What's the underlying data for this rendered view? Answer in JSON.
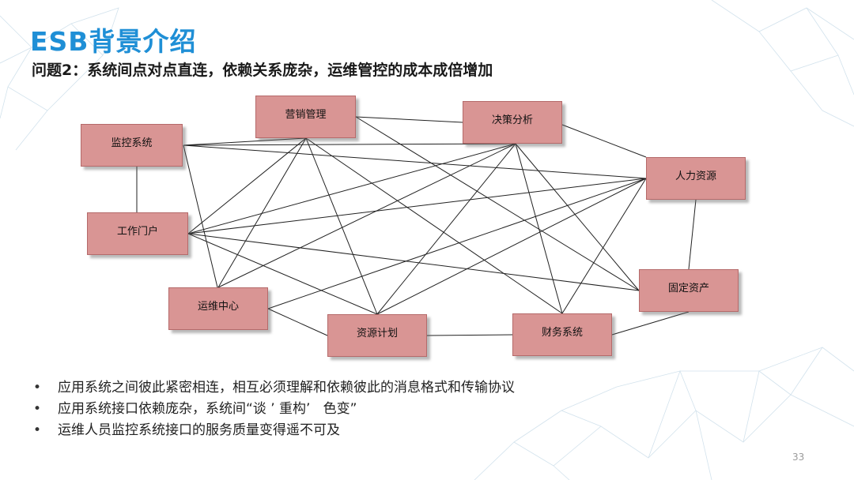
{
  "slide": {
    "title": "ESB背景介绍",
    "subtitle": "问题2：系统间点对点直连，依赖关系庞杂，运维管控的成本成倍增加",
    "page_number": "33"
  },
  "diagram": {
    "nodes": [
      {
        "id": "jkxt",
        "label": "监控系统"
      },
      {
        "id": "yxgl",
        "label": "营销管理"
      },
      {
        "id": "jcfx",
        "label": "决策分析"
      },
      {
        "id": "rlzy",
        "label": "人力资源"
      },
      {
        "id": "gzmh",
        "label": "工作门户"
      },
      {
        "id": "gdzc",
        "label": "固定资产"
      },
      {
        "id": "ywzx",
        "label": "运维中心"
      },
      {
        "id": "zyjh",
        "label": "资源计划"
      },
      {
        "id": "cwxt",
        "label": "财务系统"
      }
    ]
  },
  "bullets": [
    "应用系统之间彼此紧密相连，相互必须理解和依赖彼此的消息格式和传输协议",
    "应用系统接口依赖庞杂，系统间“谈 ’ 重构’   色变”",
    "运维人员监控系统接口的服务质量变得遥不可及"
  ],
  "colors": {
    "title": "#1f8fd6",
    "node_fill": "#d99594",
    "node_border": "#b56a6a",
    "edge": "#222222"
  }
}
